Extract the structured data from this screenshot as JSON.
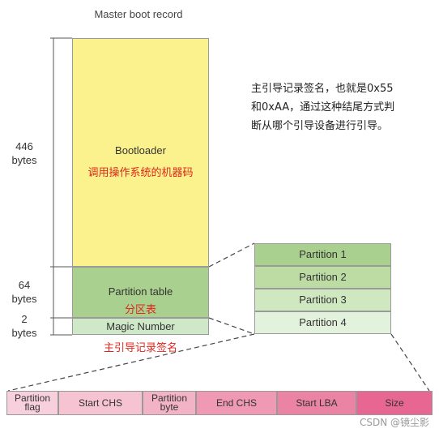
{
  "title": "Master boot record",
  "mbr": {
    "bootloader": {
      "label": "Bootloader",
      "annotation": "调用操作系统的机器码",
      "size_num": "446",
      "size_unit": "bytes"
    },
    "partition_table": {
      "label": "Partition table",
      "annotation": "分区表",
      "size_num": "64",
      "size_unit": "bytes"
    },
    "magic_number": {
      "label": "Magic Number",
      "annotation": "主引导记录签名",
      "size_num": "2",
      "size_unit": "bytes"
    }
  },
  "note": {
    "line1": "主引导记录签名，也就是0x55",
    "line2": "和0xAA，通过这种结尾方式判",
    "line3": "断从哪个引导设备进行引导。"
  },
  "partitions": [
    "Partition 1",
    "Partition 2",
    "Partition 3",
    "Partition 4"
  ],
  "entry_fields": [
    {
      "line1": "Partition",
      "line2": "flag",
      "color": "#f8d0dd"
    },
    {
      "line1": "Start CHS",
      "line2": "",
      "color": "#f6c3d2"
    },
    {
      "line1": "Partition",
      "line2": "byte",
      "color": "#f3b3c6"
    },
    {
      "line1": "End CHS",
      "line2": "",
      "color": "#ef99b4"
    },
    {
      "line1": "Start LBA",
      "line2": "",
      "color": "#eb83a4"
    },
    {
      "line1": "Size",
      "line2": "",
      "color": "#e86692"
    }
  ],
  "colors": {
    "bootloader": "#fbf28d",
    "partition_table": "#a9d08e",
    "magic_number": "#cfe8c8",
    "partition_1": "#a9d08e",
    "partition_2": "#bcdca4",
    "partition_3": "#cfe8c0",
    "partition_4": "#e3f2dc",
    "annotation": "#e0261b"
  },
  "watermark": "CSDN @镜尘影"
}
